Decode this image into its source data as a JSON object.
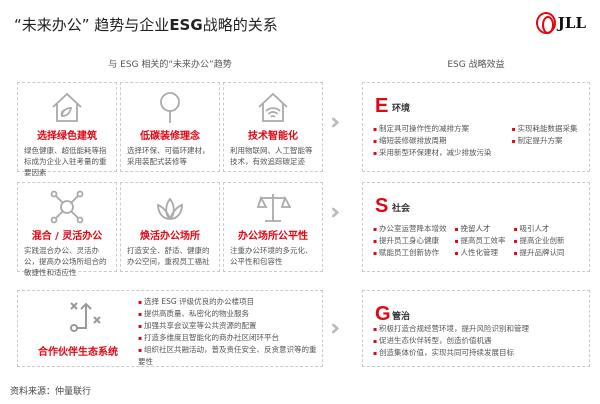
{
  "title": {
    "pre": "“未来办公” 趋势与企业",
    "bold": "ESG",
    "post": "战略的关系"
  },
  "logo": "JLL",
  "left_header": "与 ESG 相关的“未来办公”趋势",
  "right_header": "ESG 战略效益",
  "trends": [
    {
      "title": "选择绿色建筑",
      "desc": "绿色健康、超低能耗等指标成为企业入驻考量的重要因素",
      "icon": "house-leaf-icon"
    },
    {
      "title": "低碳装修理念",
      "desc": "选择环保、可循环建材，采用装配式装修等",
      "icon": "tree-icon"
    },
    {
      "title": "技术智能化",
      "desc": "利用物联网、人工智能等技术，有效追踪碳足迹",
      "icon": "house-wifi-icon"
    },
    {
      "title": "混合 / 灵活办公",
      "desc": "实践混合办公、灵活办公，提高办公场所组合的敏捷性和适应性",
      "icon": "network-icon"
    },
    {
      "title": "焕活办公场所",
      "desc": "打造安全、舒适、健康的办公空间，重视员工福祉",
      "icon": "lotus-icon"
    },
    {
      "title": "办公场所公平性",
      "desc": "注重办公环境的多元化、公平性和包容性",
      "icon": "scale-icon"
    }
  ],
  "ecosystem": {
    "title": "合作伙伴生态系统",
    "icon": "strategy-icon",
    "items": [
      "选择 ESG 评级优良的办公楼项目",
      "提供高质量、私密化的物业服务",
      "加强共享会议室等公共资源的配置",
      "打造多维度且智能化的商办社区闭环平台",
      "组织社区共融活动，普及责任安全、反贪意识等的重要性"
    ]
  },
  "benefits": [
    {
      "letter": "E",
      "name": "环境",
      "cols": [
        [
          "制定具可操作性的减排方案",
          "缩短装修碳排放周期",
          "采用新型环保建材，减少排放污染"
        ],
        [
          "实现耗能数据采集",
          "制定提升方案"
        ]
      ]
    },
    {
      "letter": "S",
      "name": "社会",
      "cols": [
        [
          "办公室运营降本增效",
          "提升员工身心健康",
          "赋能员工创新协作"
        ],
        [
          "挽留人才",
          "提高员工效率",
          "人性化管理"
        ],
        [
          "吸引人才",
          "提高企业创新",
          "提升品牌认同"
        ]
      ]
    },
    {
      "letter": "G",
      "name": "管治",
      "cols": [
        [
          "积极打造合规经营环境，提升风险识别和管理",
          "促进生态伙伴转型，创造价值机遇",
          "创造集体价值，实现共同可持续发展目标"
        ]
      ]
    }
  ],
  "source": "资料来源：仲量联行",
  "colors": {
    "accent": "#e30613"
  }
}
